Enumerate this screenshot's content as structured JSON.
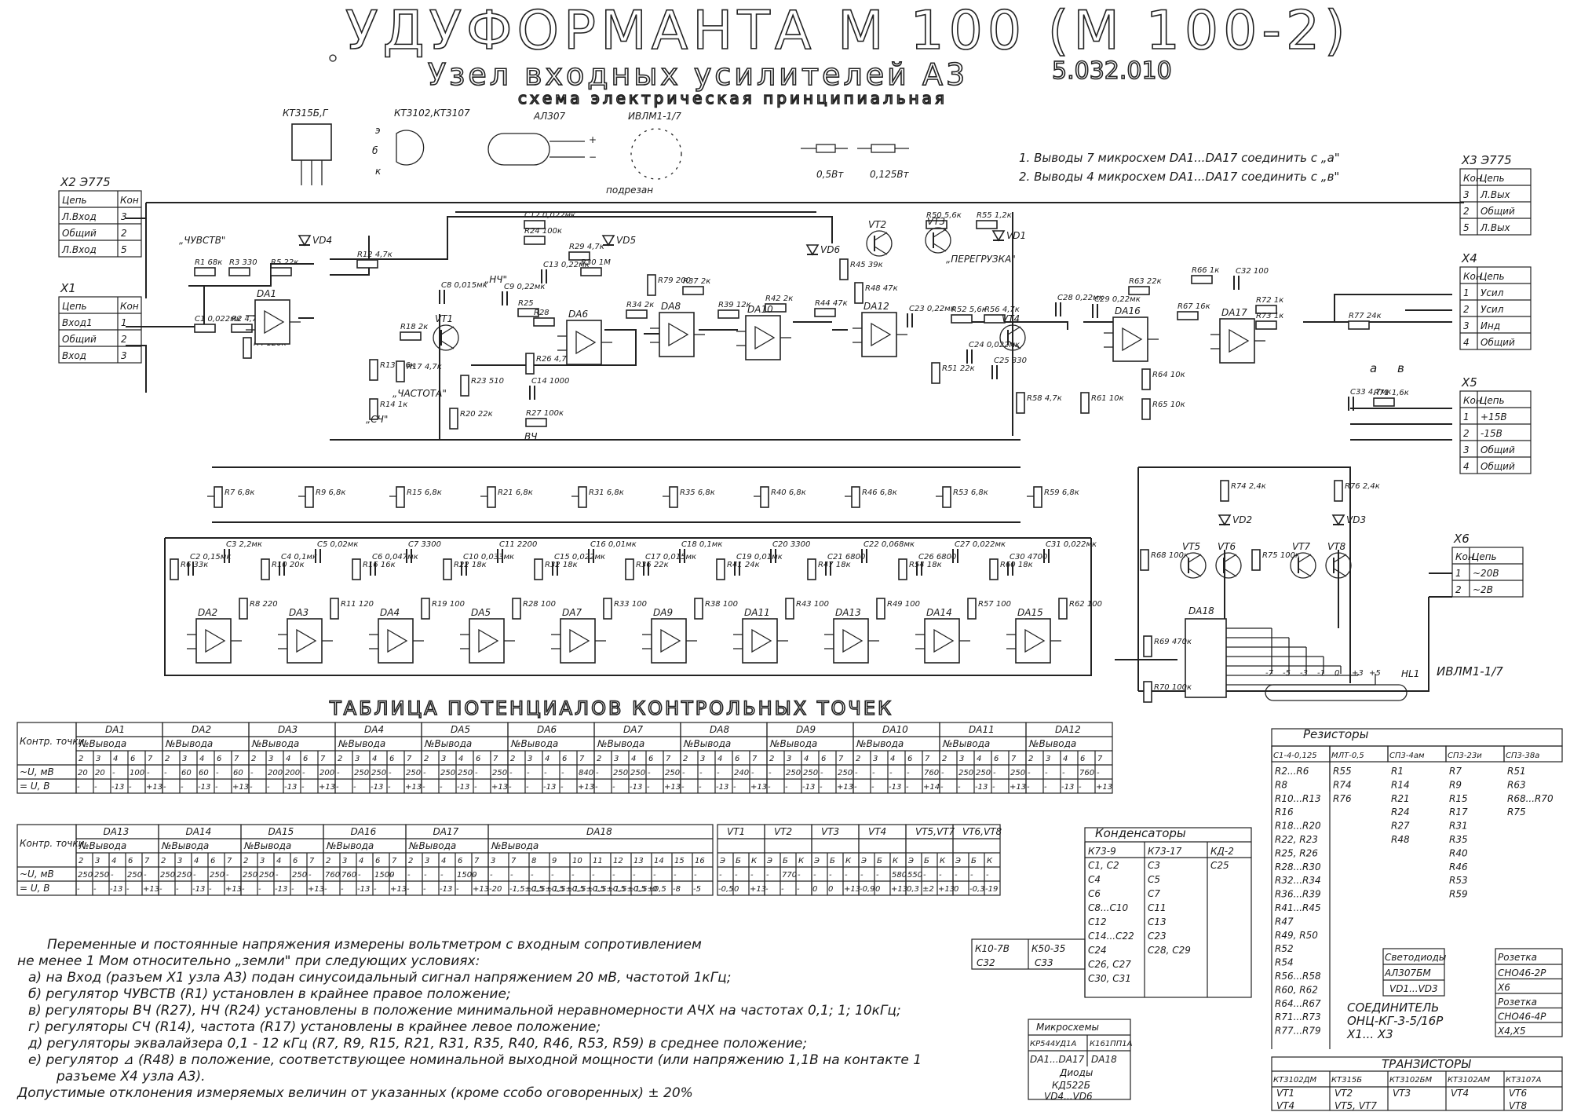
{
  "title": {
    "main": "УДУФОРМАНТА М 100 (М 100-2)",
    "sub": "Узел входных усилителей А3",
    "code": "5.032.010",
    "kind": "схема электрическая принципиальная"
  },
  "legend_parts": {
    "kt315": "КТ315Б,Г",
    "kt3102": "КТ3102,КТ3107",
    "al307": "АЛ307",
    "ivlm": "ИВЛМ1-1/7",
    "cutout": "подрезан",
    "r05": "0,5Вт",
    "r0125": "0,125Вт"
  },
  "notes_top": [
    "1. Выводы 7 микросхем DA1...DA17 соединить с „а\"",
    "2. Выводы 4 микросхем DA1...DA17 соединить с „в\""
  ],
  "connectors": {
    "x2": {
      "name": "X2 Э775",
      "head": [
        "Цепь",
        "Кон"
      ],
      "rows": [
        [
          "Л.Вход",
          "3"
        ],
        [
          "Общий",
          "2"
        ],
        [
          "Л.Вход",
          "5"
        ]
      ]
    },
    "x1": {
      "name": "X1",
      "head": [
        "Цепь",
        "Кон"
      ],
      "rows": [
        [
          "Вход1",
          "1"
        ],
        [
          "Общий",
          "2"
        ],
        [
          "Вход",
          "3"
        ]
      ]
    },
    "x3": {
      "name": "X3 Э775",
      "head": [
        "Кон",
        "Цепь"
      ],
      "rows": [
        [
          "3",
          "Л.Вых"
        ],
        [
          "2",
          "Общий"
        ],
        [
          "5",
          "Л.Вых"
        ]
      ]
    },
    "x4": {
      "name": "X4",
      "head": [
        "Кон",
        "Цепь"
      ],
      "rows": [
        [
          "1",
          "Усил"
        ],
        [
          "2",
          "Усил"
        ],
        [
          "3",
          "Инд"
        ],
        [
          "4",
          "Общий"
        ]
      ]
    },
    "x5": {
      "name": "X5",
      "head": [
        "Кон",
        "Цепь"
      ],
      "rows": [
        [
          "1",
          "+15В"
        ],
        [
          "2",
          "-15В"
        ],
        [
          "3",
          "Общий"
        ],
        [
          "4",
          "Общий"
        ]
      ]
    },
    "x6": {
      "name": "X6",
      "head": [
        "Кон",
        "Цепь"
      ],
      "rows": [
        [
          "1",
          "~20В"
        ],
        [
          "2",
          "~2В"
        ]
      ]
    }
  },
  "labels": {
    "sens": "„ЧУВСТВ\"",
    "freq": "„ЧАСТОТА\"",
    "overload": "„ПЕРЕГРУЗКА\"",
    "hch": "„НЧ\"",
    "sch": "„СЧ\"",
    "vch": "ВЧ",
    "ivlm_ind": "ИВЛМ1-1/7",
    "a": "а",
    "b": "в"
  },
  "parts": {
    "top": [
      "R1 68к",
      "R3 330",
      "R5 22к",
      "C1 0,022мк",
      "R2 4,7к",
      "R4 120к",
      "DA1",
      "VD4",
      "R12 4,7к",
      "C12 0,022мк",
      "R24 100к",
      "R29 4,7к",
      "VD5",
      "R30 1М",
      "C8 0,015мк",
      "VT1",
      "R18 2к",
      "R13 5,6к",
      "R17 4,7к",
      "R14 1к",
      "R23 510",
      "R20 22к",
      "C13 0,22мк",
      "C9 0,22мк",
      "R25",
      "R28",
      "R26 4,7к",
      "DA6",
      "C14 1000",
      "R27 100к",
      "R79 200",
      "R37 2к",
      "R34 2к",
      "DA8",
      "R39 12к",
      "R42 2к",
      "DA10",
      "VD6",
      "R44 47к",
      "VT2",
      "R45 39к",
      "R50 5,6к",
      "VT3",
      "R55 1,2к",
      "VD1",
      "R48 47к",
      "C23 0,22мк",
      "DA12",
      "R52 5,6к",
      "R56 4,7к",
      "VT4",
      "C24 0,022мк",
      "R51 22к",
      "C25 330",
      "R58 4,7к",
      "C28 0,22мк",
      "C29 0,22мк",
      "R63 22к",
      "DA16",
      "R61 10к",
      "R64 10к",
      "R65 10к",
      "R66 1к",
      "C32 100",
      "R67 16к",
      "R72 1к",
      "R73 1к",
      "DA17",
      "R77 24к",
      "C33 4,7мк",
      "R71 1,6к"
    ],
    "eq": [
      "R7 6,8к",
      "R9 6,8к",
      "R15 6,8к",
      "R21 6,8к",
      "R31 6,8к",
      "R35 6,8к",
      "R40 6,8к",
      "R46 6,8к",
      "R53 6,8к",
      "R59 6,8к"
    ],
    "bot": [
      "R6 33к",
      "C2 0,15мк",
      "C3 2,2мк",
      "R8 220",
      "R10 20к",
      "C4 0,1мк",
      "C5 0,02мк",
      "R11 120",
      "R16 16к",
      "C6 0,047мк",
      "C7 3300",
      "R19 100",
      "R22 18к",
      "C10 0,033мк",
      "C11 2200",
      "R28 100",
      "R32 18к",
      "C15 0,022мк",
      "C16 0,01мк",
      "R33 100",
      "R36 22к",
      "C17 0,015мк",
      "C18 0,1мк",
      "R38 100",
      "R41 24к",
      "C19 0,01мк",
      "C20 3300",
      "R43 100",
      "R47 18к",
      "C21 6800",
      "C22 0,068мк",
      "R49 100",
      "R54 18к",
      "C26 6800",
      "C27 0,022мк",
      "R57 100",
      "R60 18к",
      "C30 4700",
      "C31 0,022мк",
      "R62 100"
    ],
    "bot_da": [
      "DA2",
      "DA3",
      "DA4",
      "DA5",
      "DA7",
      "DA9",
      "DA11",
      "DA13",
      "DA14",
      "DA15"
    ],
    "ind": [
      "R74 2,4к",
      "VD2",
      "R76 2,4к",
      "VD3",
      "R68 100к",
      "VT5",
      "VT6",
      "R75 100к",
      "VT7",
      "VT8",
      "DA18",
      "R69 470к",
      "R70 100к",
      "HL1"
    ],
    "ind_pins": [
      "-7",
      "-5",
      "-3",
      "-1",
      "0",
      "+3",
      "+5"
    ]
  },
  "table_title": "ТАБЛИЦА ПОТЕНЦИАЛОВ КОНТРОЛЬНЫХ ТОЧЕК",
  "table1": {
    "rowhead": [
      "Контр. точки",
      "~U, мВ",
      "= U, В"
    ],
    "groups": [
      {
        "n": "DA1",
        "sub": "№Вывода",
        "pins": [
          "2",
          "3",
          "4",
          "6",
          "7"
        ],
        "ac": [
          "20",
          "20",
          "-",
          "100",
          "-"
        ],
        "dc": [
          "-",
          "-",
          "-13",
          "-",
          "+13"
        ]
      },
      {
        "n": "DA2",
        "sub": "№Вывода",
        "pins": [
          "2",
          "3",
          "4",
          "6",
          "7"
        ],
        "ac": [
          "-",
          "60",
          "60",
          "-",
          "60"
        ],
        "dc": [
          "-",
          "-",
          "-13",
          "-",
          "+13"
        ]
      },
      {
        "n": "DA3",
        "sub": "№Вывода",
        "pins": [
          "2",
          "3",
          "4",
          "6",
          "7"
        ],
        "ac": [
          "-",
          "200",
          "200",
          "-",
          "200"
        ],
        "dc": [
          "-",
          "-",
          "-13",
          "-",
          "+13"
        ]
      },
      {
        "n": "DA4",
        "sub": "№Вывода",
        "pins": [
          "2",
          "3",
          "4",
          "6",
          "7"
        ],
        "ac": [
          "-",
          "250",
          "250",
          "-",
          "250"
        ],
        "dc": [
          "-",
          "-",
          "-13",
          "-",
          "+13"
        ]
      },
      {
        "n": "DA5",
        "sub": "№Вывода",
        "pins": [
          "2",
          "3",
          "4",
          "6",
          "7"
        ],
        "ac": [
          "-",
          "250",
          "250",
          "-",
          "250"
        ],
        "dc": [
          "-",
          "-",
          "-13",
          "-",
          "+13"
        ]
      },
      {
        "n": "DA6",
        "sub": "№Вывода",
        "pins": [
          "2",
          "3",
          "4",
          "6",
          "7"
        ],
        "ac": [
          "-",
          "-",
          "-",
          "-",
          "840"
        ],
        "dc": [
          "-",
          "-",
          "-13",
          "-",
          "+13"
        ]
      },
      {
        "n": "DA7",
        "sub": "№Вывода",
        "pins": [
          "2",
          "3",
          "4",
          "6",
          "7"
        ],
        "ac": [
          "-",
          "250",
          "250",
          "-",
          "250"
        ],
        "dc": [
          "-",
          "-",
          "-13",
          "-",
          "+13"
        ]
      },
      {
        "n": "DA8",
        "sub": "№Вывода",
        "pins": [
          "2",
          "3",
          "4",
          "6",
          "7"
        ],
        "ac": [
          "-",
          "-",
          "-",
          "240",
          "-"
        ],
        "dc": [
          "-",
          "-",
          "-13",
          "-",
          "+13"
        ]
      },
      {
        "n": "DA9",
        "sub": "№Вывода",
        "pins": [
          "2",
          "3",
          "4",
          "6",
          "7"
        ],
        "ac": [
          "-",
          "250",
          "250",
          "-",
          "250"
        ],
        "dc": [
          "-",
          "-",
          "-13",
          "-",
          "+13"
        ]
      },
      {
        "n": "DA10",
        "sub": "№Вывода",
        "pins": [
          "2",
          "3",
          "4",
          "6",
          "7"
        ],
        "ac": [
          "-",
          "-",
          "-",
          "-",
          "760"
        ],
        "dc": [
          "-",
          "-",
          "-13",
          "-",
          "+14"
        ]
      },
      {
        "n": "DA11",
        "sub": "№Вывода",
        "pins": [
          "2",
          "3",
          "4",
          "6",
          "7"
        ],
        "ac": [
          "-",
          "250",
          "250",
          "-",
          "250"
        ],
        "dc": [
          "-",
          "-",
          "-13",
          "-",
          "+13"
        ]
      },
      {
        "n": "DA12",
        "sub": "№Вывода",
        "pins": [
          "2",
          "3",
          "4",
          "6",
          "7"
        ],
        "ac": [
          "-",
          "-",
          "-",
          "760",
          "-"
        ],
        "dc": [
          "-",
          "-",
          "-13",
          "-",
          "+13"
        ]
      }
    ]
  },
  "table2": {
    "rowhead": [
      "Контр. точки",
      "~U, мВ",
      "= U, В"
    ],
    "groups": [
      {
        "n": "DA13",
        "sub": "№Вывода",
        "pins": [
          "2",
          "3",
          "4",
          "6",
          "7"
        ],
        "ac": [
          "250",
          "250",
          "-",
          "250",
          "-"
        ],
        "dc": [
          "-",
          "-",
          "-13",
          "-",
          "+13"
        ]
      },
      {
        "n": "DA14",
        "sub": "№Вывода",
        "pins": [
          "2",
          "3",
          "4",
          "6",
          "7"
        ],
        "ac": [
          "250",
          "250",
          "-",
          "250",
          "-"
        ],
        "dc": [
          "-",
          "-",
          "-13",
          "-",
          "+13"
        ]
      },
      {
        "n": "DA15",
        "sub": "№Вывода",
        "pins": [
          "2",
          "3",
          "4",
          "6",
          "7"
        ],
        "ac": [
          "250",
          "250",
          "-",
          "250",
          "-"
        ],
        "dc": [
          "-",
          "-",
          "-13",
          "-",
          "+13"
        ]
      },
      {
        "n": "DA16",
        "sub": "№Вывода",
        "pins": [
          "2",
          "3",
          "4",
          "6",
          "7"
        ],
        "ac": [
          "760",
          "760",
          "-",
          "1500",
          "-"
        ],
        "dc": [
          "-",
          "-",
          "-13",
          "-",
          "+13"
        ]
      },
      {
        "n": "DA17",
        "sub": "№Вывода",
        "pins": [
          "2",
          "3",
          "4",
          "6",
          "7"
        ],
        "ac": [
          "-",
          "-",
          "-",
          "1500",
          "-"
        ],
        "dc": [
          "-",
          "-",
          "-13",
          "-",
          "+13"
        ]
      },
      {
        "n": "DA18",
        "sub": "№Вывода",
        "pins": [
          "3",
          "7",
          "8",
          "9",
          "10",
          "11",
          "12",
          "13",
          "14",
          "15",
          "16"
        ],
        "ac": [
          "-",
          "-",
          "-",
          "-",
          "-",
          "-",
          "-",
          "-",
          "-",
          "-",
          "-"
        ],
        "dc": [
          "-20",
          "-1,5±0,5",
          "-1,5±0,5",
          "-1,5±0,5",
          "-1,5±0,5",
          "-1,5±0,5",
          "-1,5±0,5",
          "-1,5±0,5",
          "0",
          "-8",
          "-5"
        ]
      }
    ],
    "vt": [
      {
        "n": "VT1",
        "pins": [
          "Э",
          "Б",
          "К"
        ],
        "ac": [
          "-",
          "-",
          "-"
        ],
        "dc": [
          "-0,5",
          "0",
          "+13"
        ]
      },
      {
        "n": "VT2",
        "pins": [
          "Э",
          "Б",
          "К"
        ],
        "ac": [
          "-",
          "770",
          "-"
        ],
        "dc": [
          "-",
          "-",
          "-"
        ]
      },
      {
        "n": "VT3",
        "pins": [
          "Э",
          "Б",
          "К"
        ],
        "ac": [
          "-",
          "-",
          "-"
        ],
        "dc": [
          "0",
          "0",
          "+13"
        ]
      },
      {
        "n": "VT4",
        "pins": [
          "Э",
          "Б",
          "К"
        ],
        "ac": [
          "-",
          "-",
          "580"
        ],
        "dc": [
          "-0,9",
          "0",
          "+13"
        ]
      },
      {
        "n": "VT5,VT7",
        "pins": [
          "Э",
          "Б",
          "К"
        ],
        "ac": [
          "550",
          "-",
          "-"
        ],
        "dc": [
          "0,3",
          "±2",
          "+13"
        ]
      },
      {
        "n": "VT6,VT8",
        "pins": [
          "Э",
          "Б",
          "К"
        ],
        "ac": [
          "-",
          "-",
          "-"
        ],
        "dc": [
          "0",
          "-0,3",
          "-19"
        ]
      }
    ]
  },
  "capacitors": {
    "title": "Конденсаторы",
    "cols": [
      {
        "h": "К73-9",
        "items": [
          "C1, C2",
          "C4",
          "C6",
          "C8...C10",
          "C12",
          "C14...C22",
          "C24",
          "C26, C27",
          "C30, C31"
        ]
      },
      {
        "h": "К73-17",
        "items": [
          "C3",
          "C5",
          "C7",
          "C11",
          "C13",
          "C23",
          "C28, C29"
        ]
      },
      {
        "h": "КД-2",
        "items": [
          "C25"
        ]
      }
    ],
    "k10": {
      "h": "К10-7В",
      "items": [
        "C32"
      ]
    },
    "k50": {
      "h": "К50-35",
      "items": [
        "C33"
      ]
    }
  },
  "resistors": {
    "title": "Резисторы",
    "cols": [
      {
        "h": "С1-4-0,125",
        "items": [
          "R2...R6",
          "R8",
          "R10...R13",
          "R16",
          "R18...R20",
          "R22, R23",
          "R25, R26",
          "R28...R30",
          "R32...R34",
          "R36...R39",
          "R41...R45",
          "R47",
          "R49, R50",
          "R52",
          "R54",
          "R56...R58",
          "R60, R62",
          "R64...R67",
          "R71...R73",
          "R77...R79"
        ]
      },
      {
        "h": "МЛТ-0,5",
        "items": [
          "R55",
          "R74",
          "R76"
        ]
      },
      {
        "h": "СП3-4ам",
        "items": [
          "R1",
          "R14",
          "R21",
          "R24",
          "R27",
          "R48"
        ]
      },
      {
        "h": "СП3-23и",
        "items": [
          "R7",
          "R9",
          "R15",
          "R17",
          "R31",
          "R35",
          "R40",
          "R46",
          "R53",
          "R59"
        ]
      },
      {
        "h": "СП3-38а",
        "items": [
          "R51",
          "R63",
          "R68...R70",
          "R75"
        ]
      }
    ]
  },
  "micro": {
    "title": "Микросхемы",
    "cols": [
      "КР544УД1А",
      "К161ПП1А"
    ],
    "rows": [
      [
        "DA1...DA17",
        "DA18"
      ]
    ],
    "diodes": "Диоды",
    "diode_type": "КД522Б",
    "diode_items": "VD4...VD6"
  },
  "svetodiod": {
    "title": "Светодиоды",
    "type": "АЛ307БМ",
    "items": "VD1...VD3"
  },
  "socket": {
    "title": "Розетка",
    "rows": [
      "СНО46-2Р",
      "X6",
      "Розетка",
      "СНО46-4Р",
      "X4,X5"
    ]
  },
  "connector_note": [
    "СОЕДИНИТЕЛЬ",
    "ОНЦ-КГ-3-5/16Р",
    "X1... X3"
  ],
  "transistors": {
    "title": "ТРАНЗИСТОРЫ",
    "cols": [
      "КТ3102ДМ",
      "КТ315Б",
      "КТ3102БМ",
      "КТ3102АМ",
      "КТ3107А"
    ],
    "rows": [
      [
        "VT1",
        "VT2",
        "VT3",
        "VT4",
        "VT6"
      ],
      [
        "VT4",
        "VT5, VT7",
        "",
        "",
        "VT8"
      ]
    ]
  },
  "notes_bottom": [
    "Переменные и постоянные напряжения измерены вольтметром с входным сопротивлением",
    "не менее 1 Мом относительно „земли\" при следующих условиях:",
    "а) на Вход (разъем X1 узла А3) подан синусоидальный сигнал напряжением 20 мВ, частотой 1кГц;",
    "б) регулятор ЧУВСТВ (R1) установлен в крайнее правое положение;",
    "в) регуляторы ВЧ (R27), НЧ (R24) установлены в положение минимальной неравномерности АЧХ на частотах 0,1; 1; 10кГц;",
    "г) регуляторы СЧ (R14), частота (R17) установлены в крайнее левое положение;",
    "д) регуляторы эквалайзера 0,1 - 12 кГц (R7, R9, R15, R21, R31, R35, R40, R46, R53, R59) в среднее положение;",
    "е) регулятор ⊿ (R48) в положение, соответствующее номинальной выходной мощности (или напряжению 1,1В на контакте 1",
    "разъеме X4 узла А3).",
    "Допустимые отклонения измеряемых величин от указанных (кроме ссобо оговоренных) ± 20%"
  ]
}
